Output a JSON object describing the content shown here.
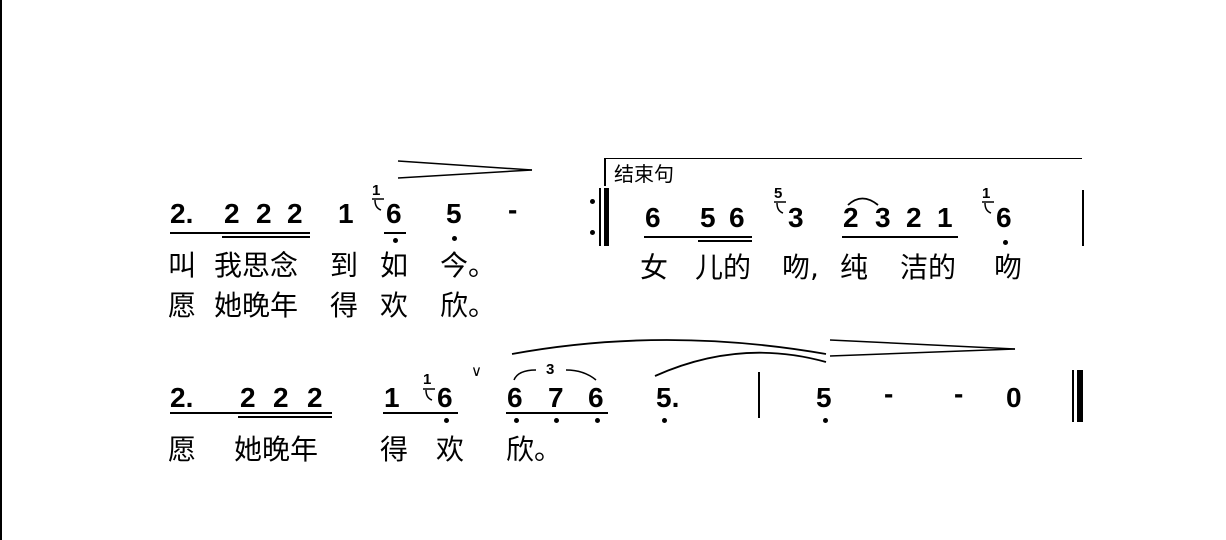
{
  "structure_label": "结束句",
  "row1": {
    "notes": [
      "2.",
      "2",
      "2",
      "2",
      "1",
      "6",
      "5",
      "-",
      "6",
      "5",
      "6",
      "3",
      "2",
      "3",
      "2",
      "1",
      "6"
    ],
    "grace": [
      "1",
      "5",
      "1"
    ],
    "lyrics_line1": [
      "叫",
      "我思念",
      "到",
      "如",
      "今。",
      "女",
      "儿的",
      "吻,",
      "纯",
      "洁的",
      "吻"
    ],
    "lyrics_line2": [
      "愿",
      "她晚年",
      "得",
      "欢",
      "欣。"
    ]
  },
  "row2": {
    "notes": [
      "2.",
      "2",
      "2",
      "2",
      "1",
      "6",
      "6",
      "7",
      "6",
      "5.",
      "5",
      "-",
      "-",
      "0"
    ],
    "grace": [
      "1"
    ],
    "tuplet": "3",
    "breath": "∨",
    "lyrics": [
      "愿",
      "她晚年",
      "得",
      "欢",
      "欣。"
    ]
  }
}
